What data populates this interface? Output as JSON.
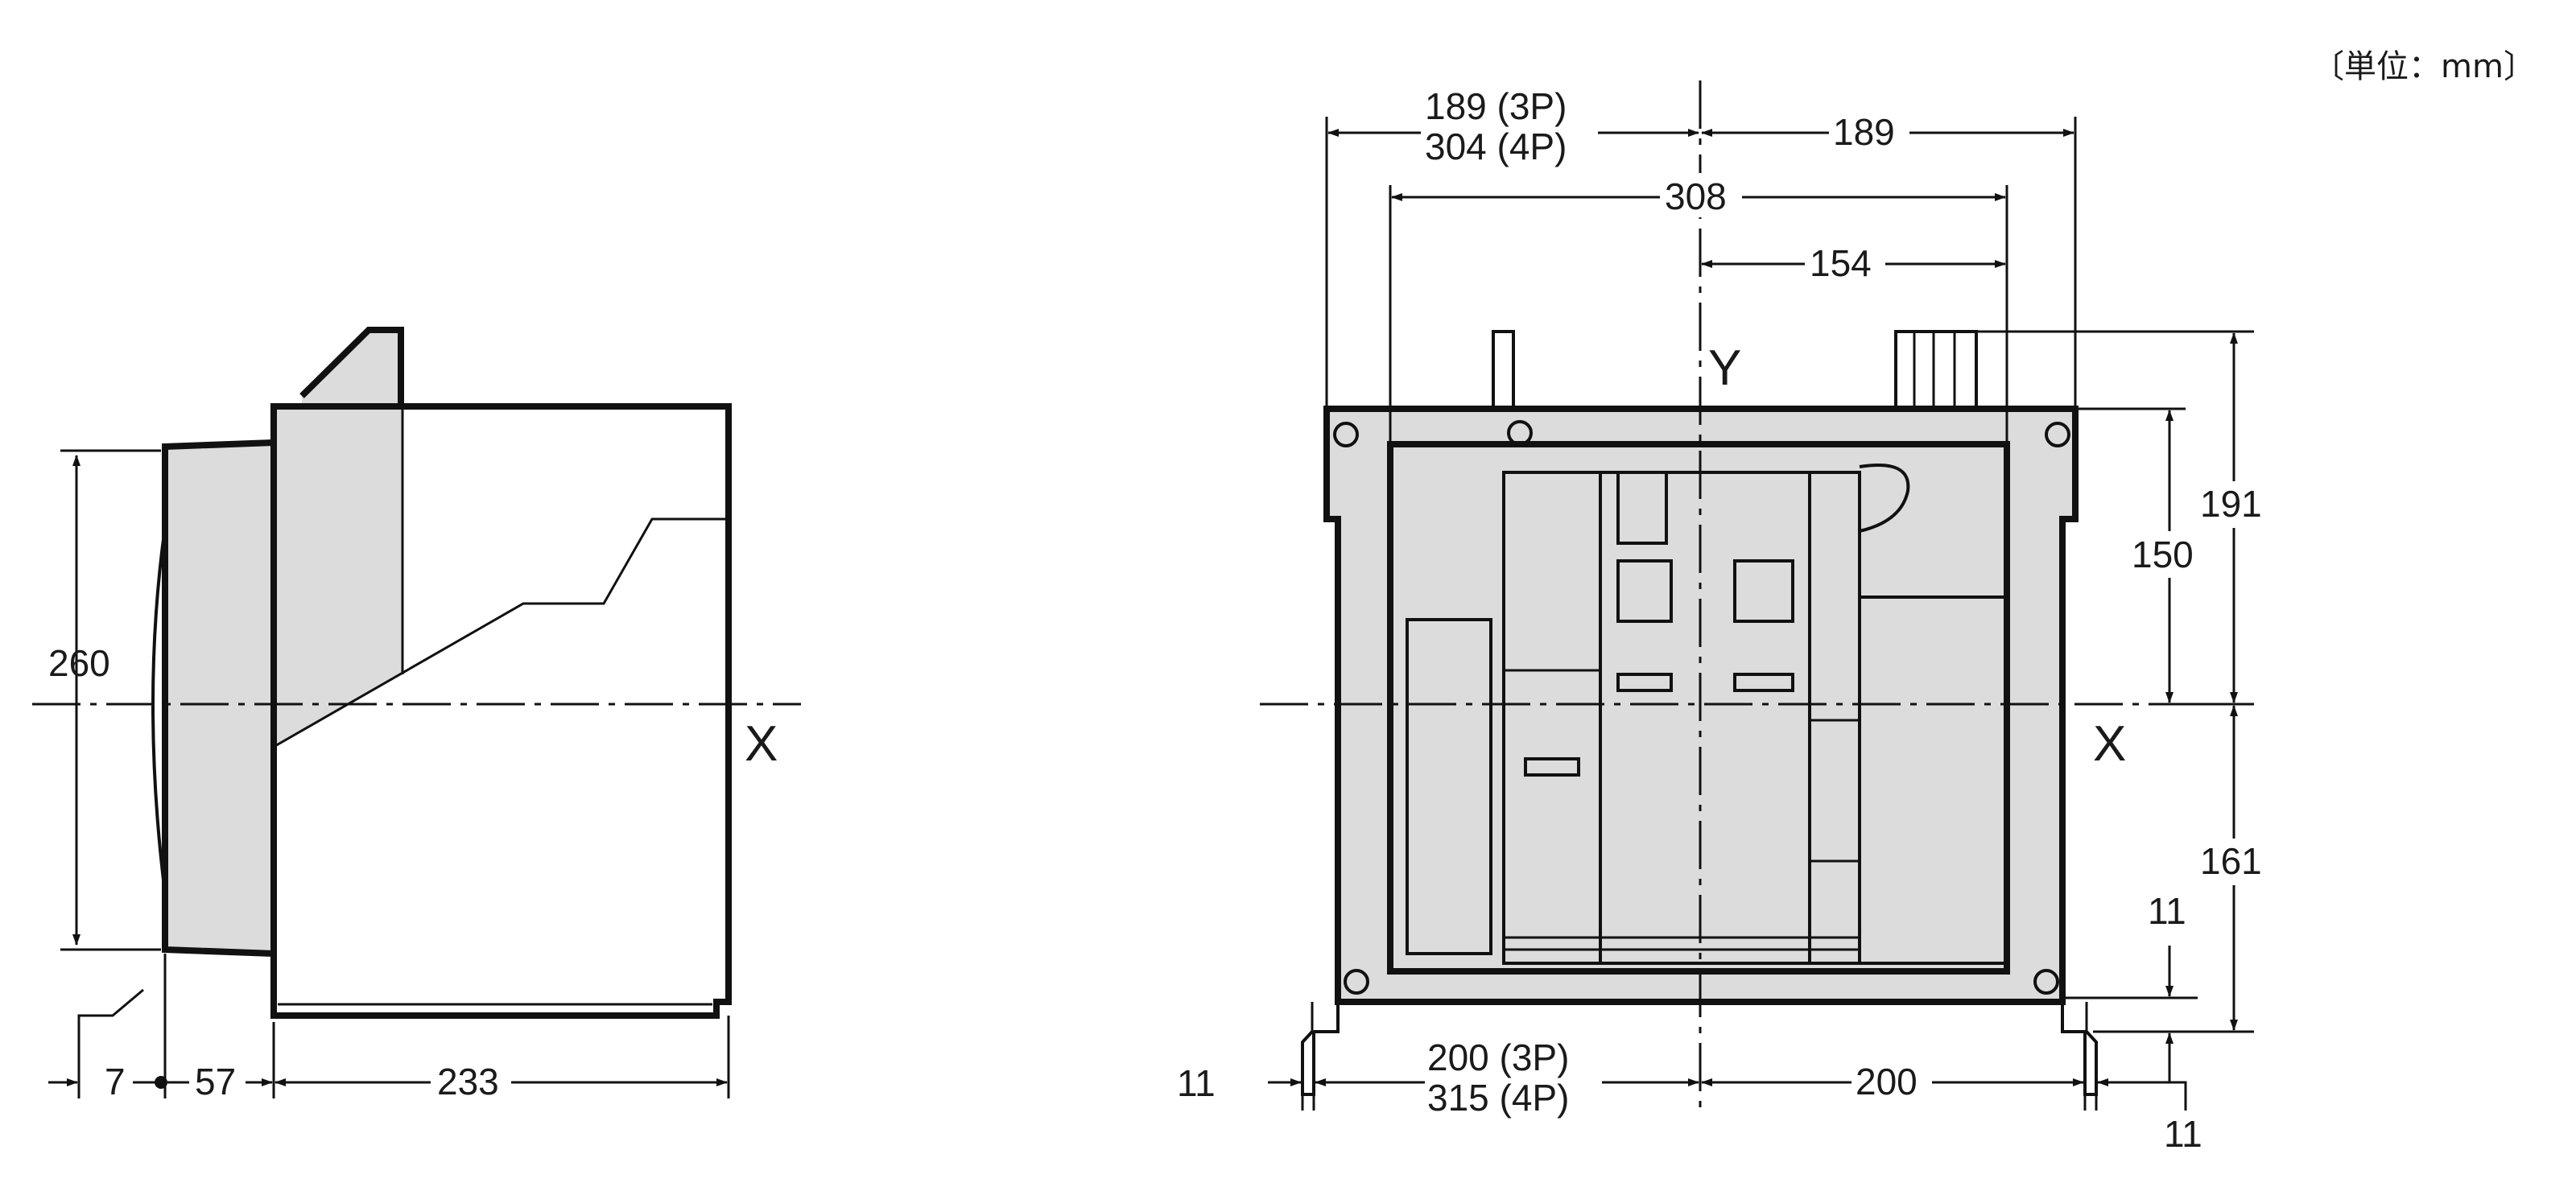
{
  "unit_note": "〔単位：mm〕",
  "side_view": {
    "axis_label": "X",
    "dims": {
      "height": "260",
      "front_offset": "7",
      "flange_depth": "57",
      "body_depth": "233"
    }
  },
  "front_view": {
    "axis_x_label": "X",
    "axis_y_label": "Y",
    "dims": {
      "left_width_3p": "189 (3P)",
      "left_width_4p": "304 (4P)",
      "right_width": "189",
      "mounting_width": "308",
      "half_mounting_width": "154",
      "upper_mount_height": "150",
      "upper_total_height": "191",
      "lower_height": "161",
      "foot_height": "11",
      "bottom_left_3p": "200 (3P)",
      "bottom_left_4p": "315 (4P)",
      "bottom_right": "200",
      "foot_left_offset": "11",
      "foot_right_offset": "11"
    }
  }
}
